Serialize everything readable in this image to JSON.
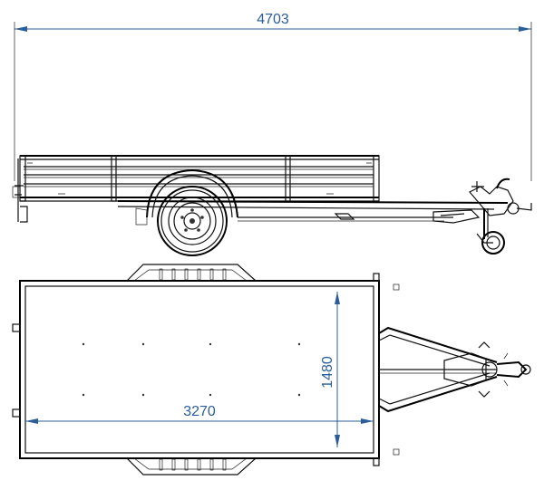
{
  "colors": {
    "dimension": "#2a5d9a",
    "line": "#111111",
    "background": "#ffffff"
  },
  "dimensions": {
    "overall_length": "4703",
    "box_length": "3270",
    "box_width": "1480"
  }
}
